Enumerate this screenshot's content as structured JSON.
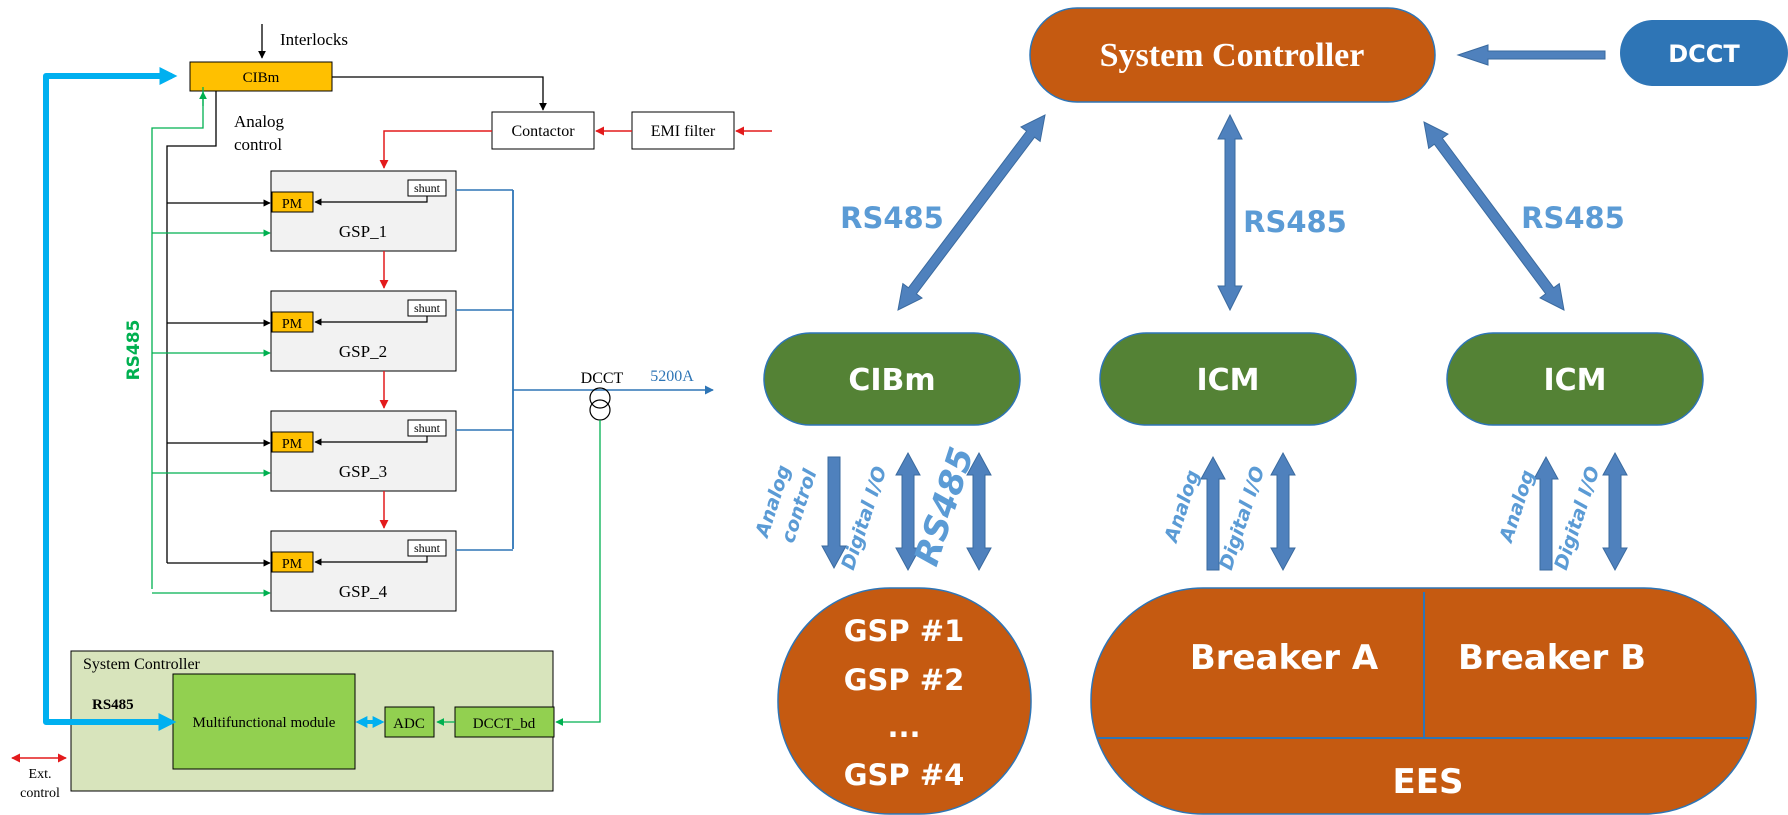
{
  "colors": {
    "orange_node": "#C55A11",
    "green_node": "#548235",
    "blue_node": "#2E75B6",
    "blue_arrow": "#4F81BD",
    "label_blue": "#5B9BD5",
    "cyan_bus": "#00B0F0",
    "rs485_green": "#00B050",
    "power_red": "#E31A1C",
    "current_blue": "#2E75B6",
    "pm_yellow": "#FFC000",
    "module_green": "#92D050",
    "controller_bg": "#D8E4BC",
    "gsp_bg": "#F2F2F2"
  },
  "left": {
    "interlocks": "Interlocks",
    "cibm": "CIBm",
    "analog_control_1": "Analog",
    "analog_control_2": "control",
    "contactor": "Contactor",
    "emi_filter": "EMI filter",
    "rs485_vertical": "RS485",
    "gsp": [
      {
        "name": "GSP_1",
        "pm": "PM",
        "shunt": "shunt"
      },
      {
        "name": "GSP_2",
        "pm": "PM",
        "shunt": "shunt"
      },
      {
        "name": "GSP_3",
        "pm": "PM",
        "shunt": "shunt"
      },
      {
        "name": "GSP_4",
        "pm": "PM",
        "shunt": "shunt"
      }
    ],
    "dcct": "DCCT",
    "current": "5200A",
    "system_controller": "System Controller",
    "rs485_bus": "RS485",
    "multifunctional_module": "Multifunctional module",
    "adc": "ADC",
    "dcct_bd": "DCCT_bd",
    "ext_control_1": "Ext.",
    "ext_control_2": "control"
  },
  "right": {
    "system_controller": "System Controller",
    "dcct": "DCCT",
    "rs485_left": "RS485",
    "rs485_mid": "RS485",
    "rs485_right": "RS485",
    "cibm": "CIBm",
    "icm_1": "ICM",
    "icm_2": "ICM",
    "cibm_links": {
      "analog": "Analog",
      "control": "control",
      "digital": "Digital I/O",
      "rs485": "RS485"
    },
    "icm1_links": {
      "analog": "Analog",
      "digital": "Digital I/O"
    },
    "icm2_links": {
      "analog": "Analog",
      "digital": "Digital I/O"
    },
    "gsp_lines": [
      "GSP #1",
      "GSP #2",
      "...",
      "GSP #4"
    ],
    "breaker_a": "Breaker A",
    "breaker_b": "Breaker B",
    "ees": "EES"
  }
}
